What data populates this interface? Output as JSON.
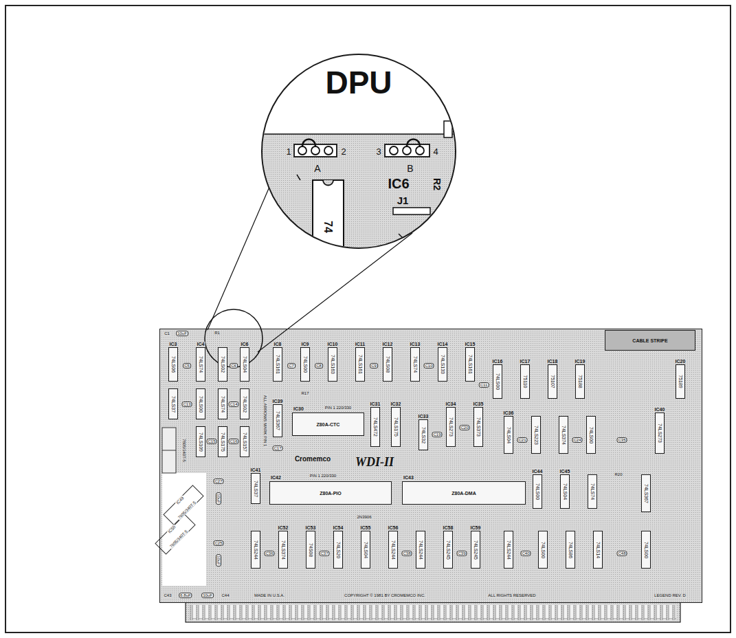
{
  "diagram": {
    "nodes": [
      {
        "text": [
          "DPU"
        ]
      },
      {
        "text": [
          "Cromemco",
          "WDI-II",
          "MADE IN U.S.A.",
          "COPYRIGHT © 1981 BY CROMEMCO INC.",
          "ALL RIGHTS RESERVED",
          "LEGEND REV. D",
          "ALL ARROWS MARK PIN 1"
        ]
      },
      {
        "text": [
          "CABLE STRIPE"
        ],
        "in": 1
      },
      {
        "text": [
          "IC30",
          "Z80A-CTC"
        ],
        "in": 1
      },
      {
        "text": [
          "IC42",
          "Z80A-PIO"
        ],
        "in": 1
      },
      {
        "text": [
          "IC43",
          "Z80A-DMA"
        ],
        "in": 1
      },
      {
        "text": [
          "IC3",
          "74LS06"
        ],
        "in": 1
      },
      {
        "text": [
          "IC4",
          "74LS74"
        ],
        "in": 1
      },
      {
        "text": [
          "74LS02"
        ],
        "in": 1
      },
      {
        "text": [
          "IC6",
          "74LS04"
        ],
        "in": 1
      },
      {
        "text": [
          "IC8",
          "74LS161"
        ],
        "in": 1
      },
      {
        "text": [
          "IC9",
          "74LS00"
        ],
        "in": 1
      },
      {
        "text": [
          "IC10",
          "74LS163"
        ],
        "in": 1
      },
      {
        "text": [
          "IC11",
          "74LS161"
        ],
        "in": 1
      },
      {
        "text": [
          "IC12",
          "74LS08"
        ],
        "in": 1
      },
      {
        "text": [
          "IC13",
          "74LS74"
        ],
        "in": 1
      },
      {
        "text": [
          "IC14",
          "74LS133"
        ],
        "in": 1
      },
      {
        "text": [
          "IC15",
          "74LS161"
        ],
        "in": 1
      },
      {
        "text": [
          "IC16",
          "74LS00"
        ],
        "in": 1
      },
      {
        "text": [
          "IC17",
          "75110"
        ],
        "in": 1
      },
      {
        "text": [
          "IC18",
          "75107"
        ],
        "in": 1
      },
      {
        "text": [
          "IC19",
          "75188"
        ],
        "in": 1
      },
      {
        "text": [
          "IC20",
          "75189"
        ],
        "in": 1
      },
      {
        "text": [
          "74LS37"
        ],
        "in": 1
      },
      {
        "text": [
          "74LS00"
        ],
        "in": 1
      },
      {
        "text": [
          "74LS74"
        ],
        "in": 1
      },
      {
        "text": [
          "74LS02"
        ],
        "in": 1
      },
      {
        "text": [
          "74LS109"
        ],
        "in": 1
      },
      {
        "text": [
          "74LS175"
        ],
        "in": 1
      },
      {
        "text": [
          "74LS157"
        ],
        "in": 1
      },
      {
        "text": [
          "IC39",
          "74LS367"
        ],
        "in": 1
      },
      {
        "text": [
          "IC31",
          "74LS472"
        ],
        "in": 1
      },
      {
        "text": [
          "IC32",
          "74LS175"
        ],
        "in": 1
      },
      {
        "text": [
          "IC33",
          "74LS32"
        ],
        "in": 1
      },
      {
        "text": [
          "IC34",
          "74LS273"
        ],
        "in": 1
      },
      {
        "text": [
          "IC35",
          "74LS373"
        ],
        "in": 1
      },
      {
        "text": [
          "IC36",
          "74LS04"
        ],
        "in": 1
      },
      {
        "text": [
          "74LS223"
        ],
        "in": 1
      },
      {
        "text": [
          "74LS374"
        ],
        "in": 1
      },
      {
        "text": [
          "74LS00"
        ],
        "in": 1
      },
      {
        "text": [
          "IC40",
          "74LS273"
        ],
        "in": 1
      },
      {
        "text": [
          "IC41",
          "74LS37"
        ],
        "in": 1
      },
      {
        "text": [
          "IC44",
          "74LS00"
        ],
        "in": 1
      },
      {
        "text": [
          "IC45",
          "74LS04"
        ],
        "in": 1
      },
      {
        "text": [
          "74LS74"
        ],
        "in": 1
      },
      {
        "text": [
          "74LS367"
        ],
        "in": 1
      },
      {
        "text": [
          "74LS244"
        ],
        "in": 1
      },
      {
        "text": [
          "IC52",
          "74LS374"
        ],
        "in": 1
      },
      {
        "text": [
          "IC53",
          "74S08"
        ],
        "in": 1
      },
      {
        "text": [
          "IC54",
          "74LS20"
        ],
        "in": 1
      },
      {
        "text": [
          "IC55",
          "74LS04"
        ],
        "in": 1
      },
      {
        "text": [
          "IC56",
          "74LS244"
        ],
        "in": 1
      },
      {
        "text": [
          "74LS244"
        ],
        "in": 1
      },
      {
        "text": [
          "IC58",
          "74LS245"
        ],
        "in": 1
      },
      {
        "text": [
          "IC59",
          "74LS245"
        ],
        "in": 1
      },
      {
        "text": [
          "74LS244"
        ],
        "in": 1
      },
      {
        "text": [
          "74LS00"
        ],
        "in": 1
      },
      {
        "text": [
          "74LS86"
        ],
        "in": 1
      },
      {
        "text": [
          "74LS14"
        ],
        "in": 1
      },
      {
        "text": [
          "74LS00"
        ],
        "in": 1
      }
    ],
    "labels": [
      "1",
      "2",
      "3",
      "4",
      "A",
      "B",
      "IC6",
      "J1",
      "R2",
      "74",
      "C1",
      "10uF",
      "R1",
      "C5",
      "C6",
      "C7",
      "C8",
      "C9",
      "C10",
      "C11",
      "C13",
      "C14",
      "C15",
      "C16",
      "C17",
      "R17",
      "C19",
      "C20",
      "C21",
      "C24",
      "C35",
      "R20",
      "PIN 1 220/330",
      "PIN 1 220/330",
      "2N3906",
      "C36",
      "C37",
      "C38",
      "C39",
      "C40",
      "C48",
      "C27",
      "10uF",
      "C25",
      "10uF",
      "C43",
      "6.8uF",
      "10uF",
      "C44",
      "IC49",
      "7805/340T-5",
      "IC50",
      "7805/340T-5",
      "7805/340T-5"
    ]
  }
}
